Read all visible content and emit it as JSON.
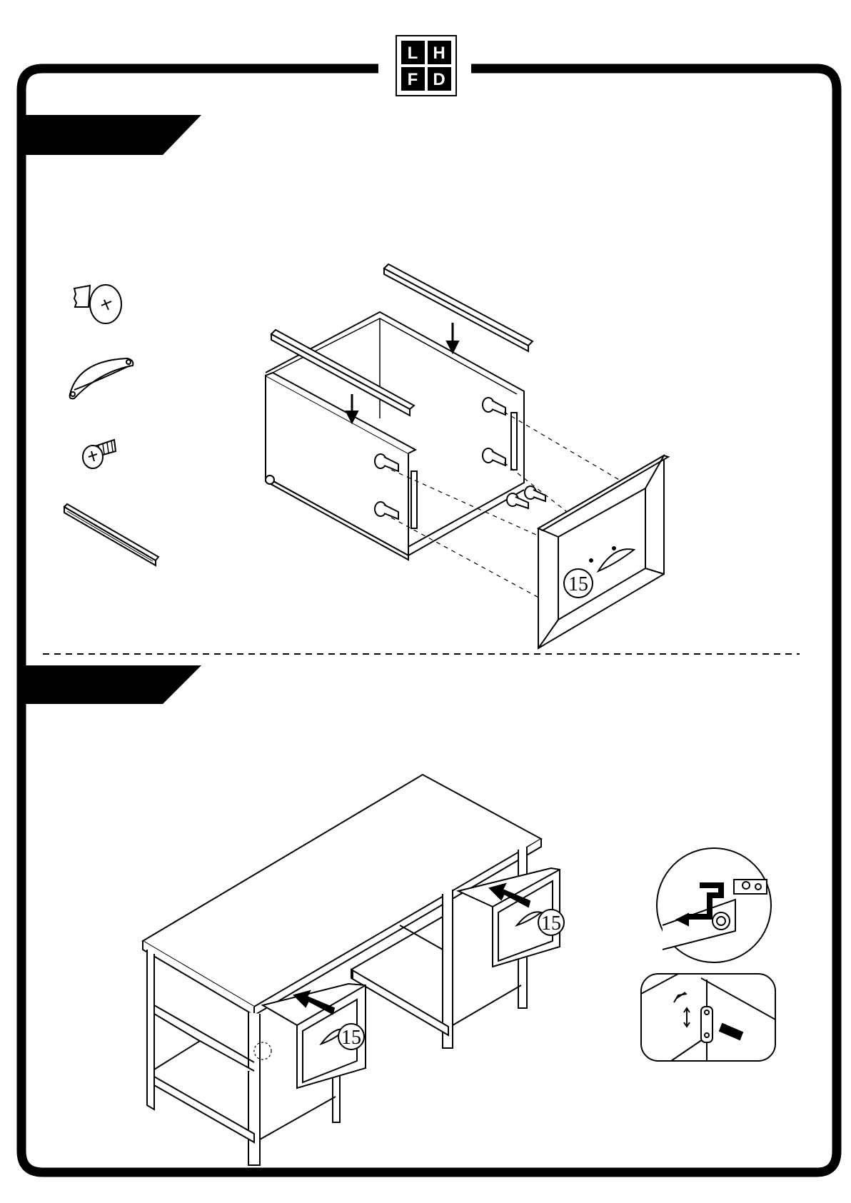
{
  "logo": {
    "letters": [
      "L",
      "H",
      "F",
      "D"
    ]
  },
  "steps": [
    {
      "banner_text": "",
      "part_label": "15"
    },
    {
      "banner_text": "",
      "part_labels": [
        "15",
        "15"
      ]
    }
  ],
  "hardware_icons": [
    "pan-head-screw-icon",
    "cup-pull-handle-icon",
    "machine-screw-icon",
    "drawer-slide-rail-icon"
  ],
  "colors": {
    "ink": "#000000",
    "paper": "#ffffff"
  }
}
